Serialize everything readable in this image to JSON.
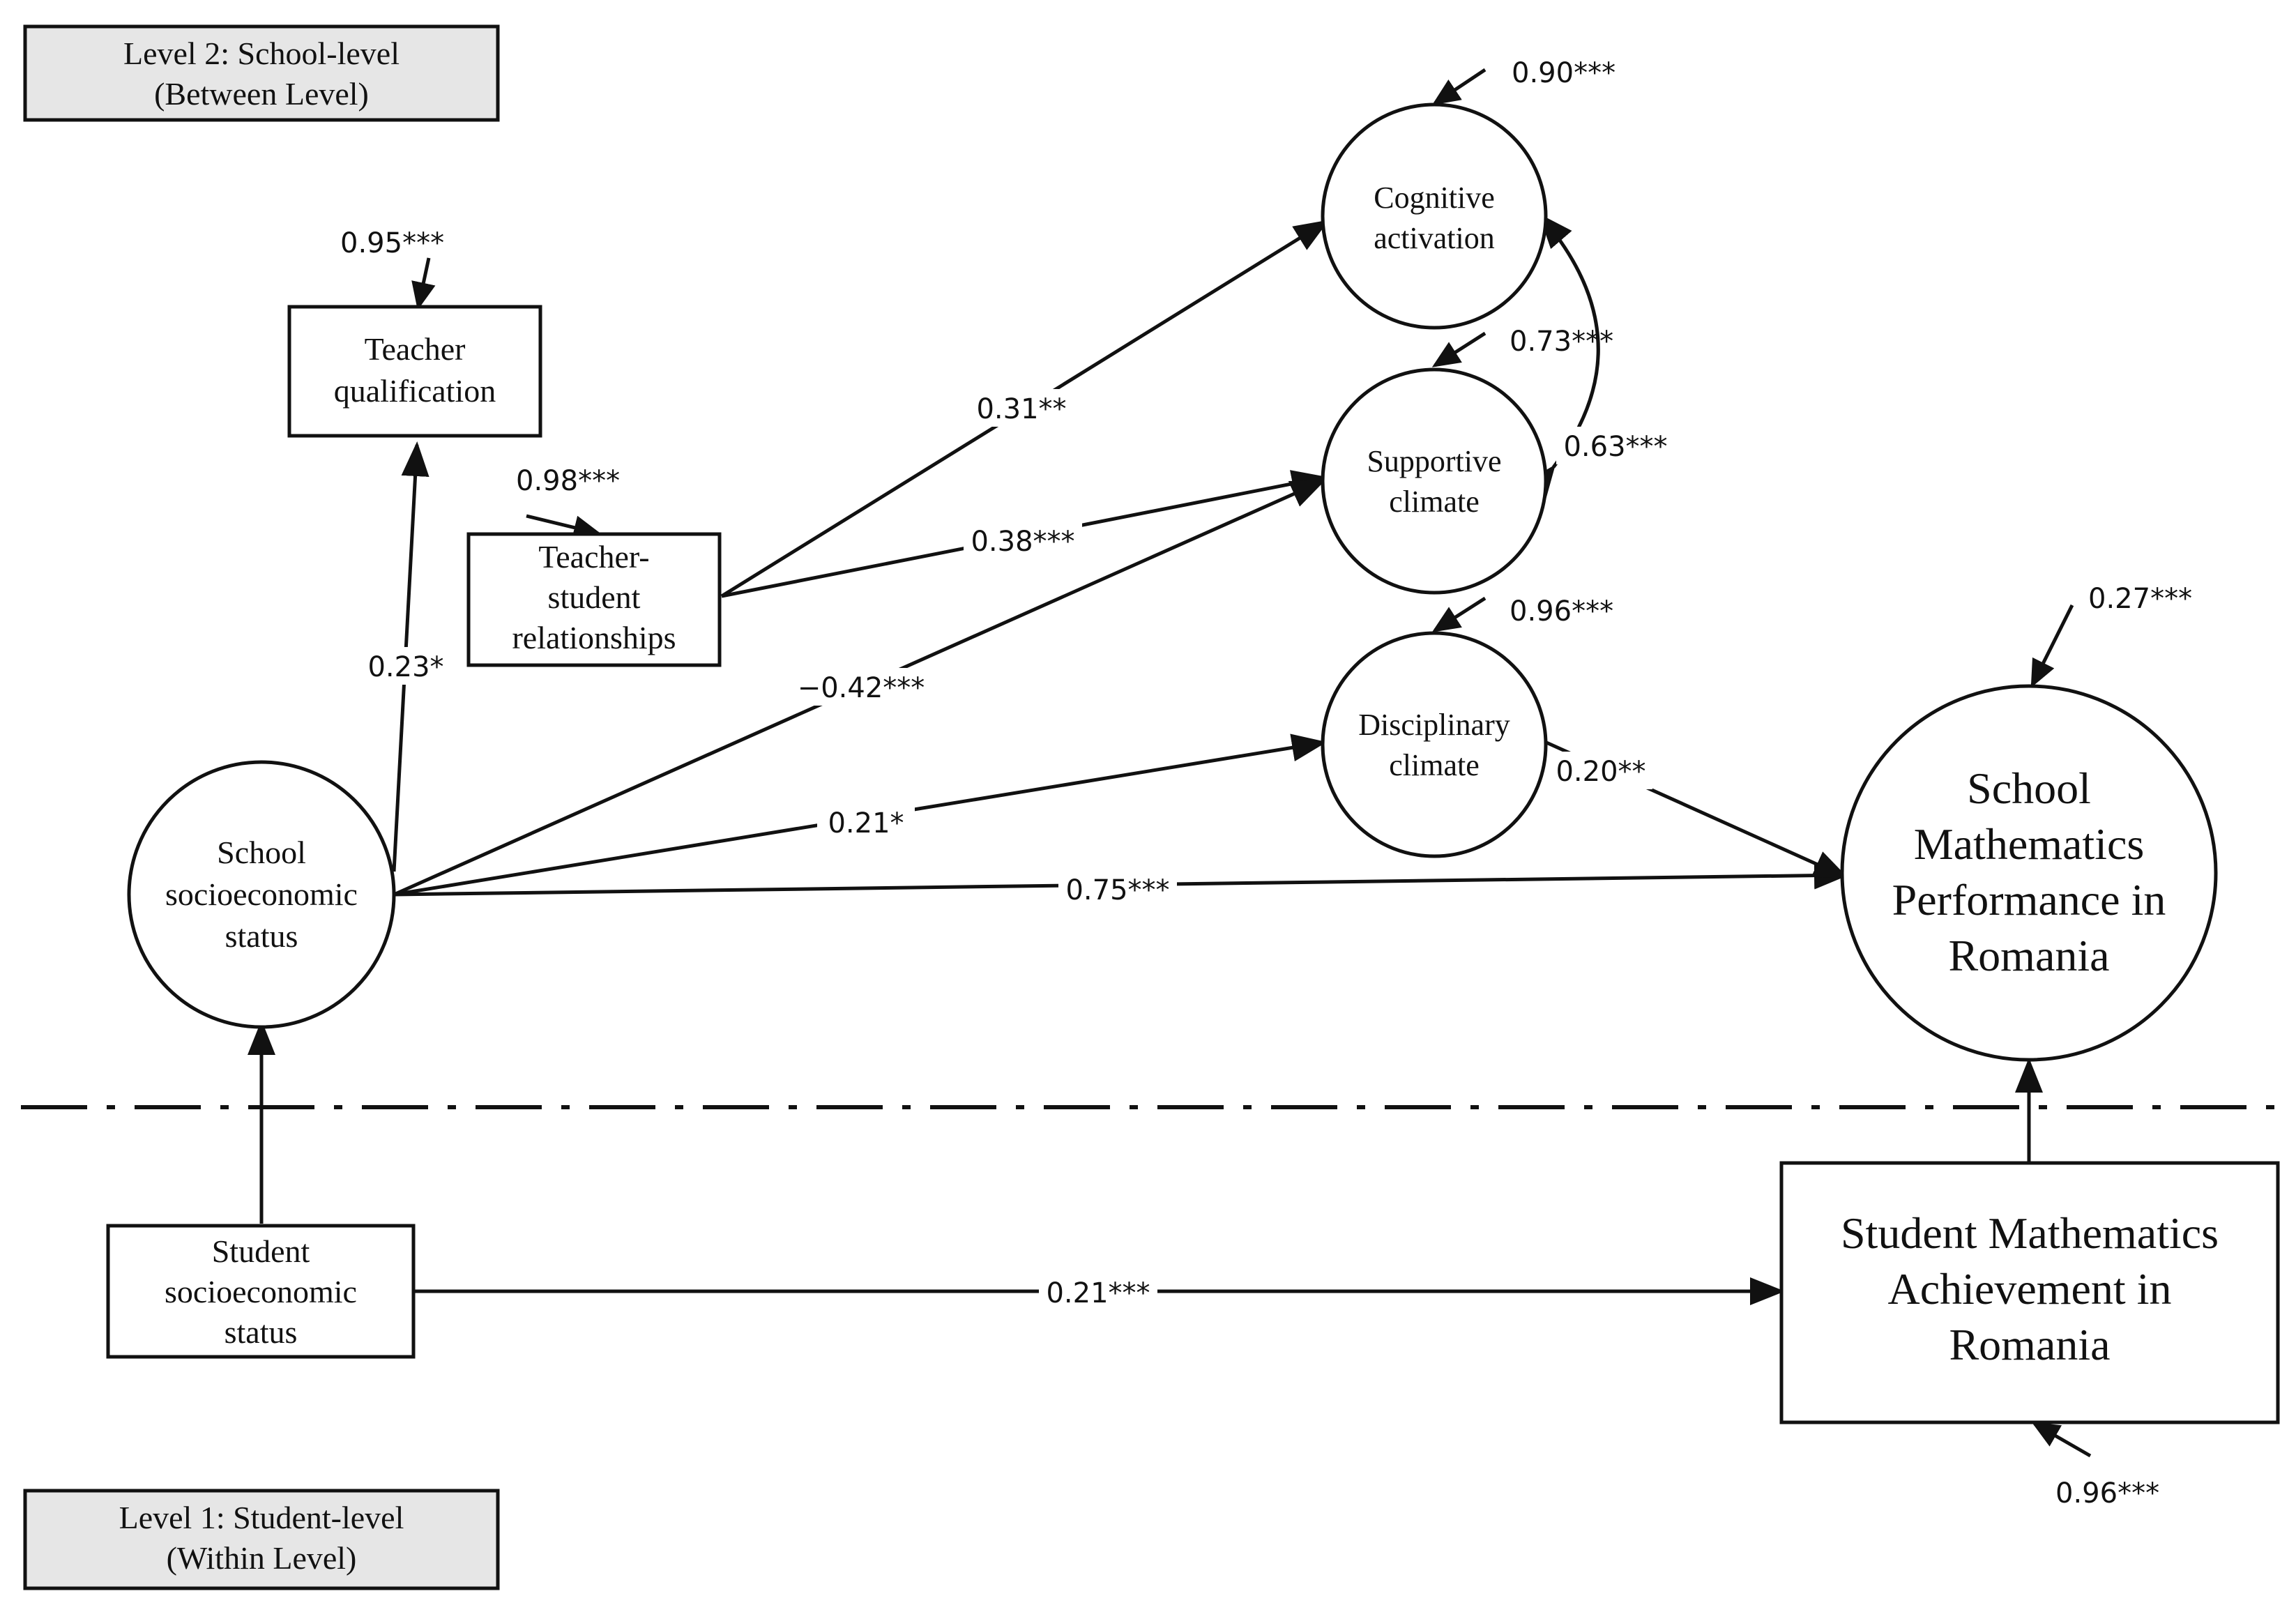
{
  "levels": {
    "between": {
      "line1": "Level 2: School-level",
      "line2": "(Between Level)"
    },
    "within": {
      "line1": "Level 1: Student-level",
      "line2": "(Within Level)"
    }
  },
  "nodes": {
    "cognitive": {
      "lines": [
        "Cognitive",
        "activation"
      ],
      "residual": "0.90***"
    },
    "supportive": {
      "lines": [
        "Supportive",
        "climate"
      ],
      "residual": "0.73***"
    },
    "disciplinary": {
      "lines": [
        "Disciplinary",
        "climate"
      ],
      "residual": "0.96***"
    },
    "teacher_qual": {
      "lines": [
        "Teacher",
        "qualification"
      ],
      "residual": "0.95***"
    },
    "teacher_student": {
      "lines": [
        "Teacher-",
        "student",
        "relationships"
      ],
      "residual": "0.98***"
    },
    "school_ses": {
      "lines": [
        "School",
        "socioeconomic",
        "status"
      ]
    },
    "school_math": {
      "lines": [
        "School",
        "Mathematics",
        "Performance in",
        "Romania"
      ],
      "residual": "0.27***"
    },
    "student_ses": {
      "lines": [
        "Student",
        "socioeconomic",
        "status"
      ]
    },
    "student_math": {
      "lines": [
        "Student Mathematics",
        "Achievement in",
        "Romania"
      ],
      "residual": "0.96***"
    }
  },
  "paths": {
    "ses_to_teacher_qual": "0.23*",
    "ts_to_cognitive": "0.31**",
    "ts_to_supportive": "0.38***",
    "ses_to_supportive": "−0.42***",
    "ses_to_disciplinary": "0.21*",
    "ses_to_school_math": "0.75***",
    "disciplinary_to_school_math": "0.20**",
    "cognitive_supportive_cov": "0.63***",
    "student_ses_to_student_math": "0.21***"
  }
}
